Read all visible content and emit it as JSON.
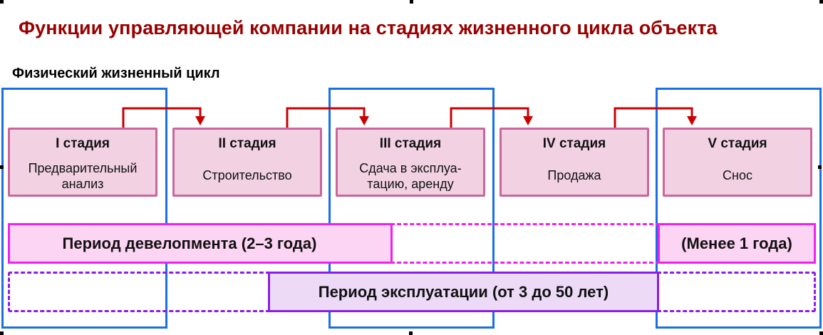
{
  "title": "Функции управляющей компании на стадиях жизненного цикла объекта",
  "subtitle": "Физический жизненный цикл",
  "colors": {
    "title": "#990000",
    "frame_blue": "#1a6fe6",
    "stage_fill": "#f2d1e2",
    "stage_border": "#c9679d",
    "arrow_red": "#cc0000",
    "development_magenta": "#ee22ee",
    "exploitation_purple": "#8b1ee6"
  },
  "stages": [
    {
      "name": "I стадия",
      "description": "Предварительный анализ"
    },
    {
      "name": "II стадия",
      "description": "Строительство"
    },
    {
      "name": "III стадия",
      "description": "Сдача в эксплуа-тацию, аренду"
    },
    {
      "name": "IV стадия",
      "description": "Продажа"
    },
    {
      "name": "V стадия",
      "description": "Снос"
    }
  ],
  "periods": {
    "development": "Период девелопмента (2–3 года)",
    "demolition": "(Менее 1 года)",
    "exploitation": "Период эксплуатации (от 3 до 50 лет)"
  }
}
